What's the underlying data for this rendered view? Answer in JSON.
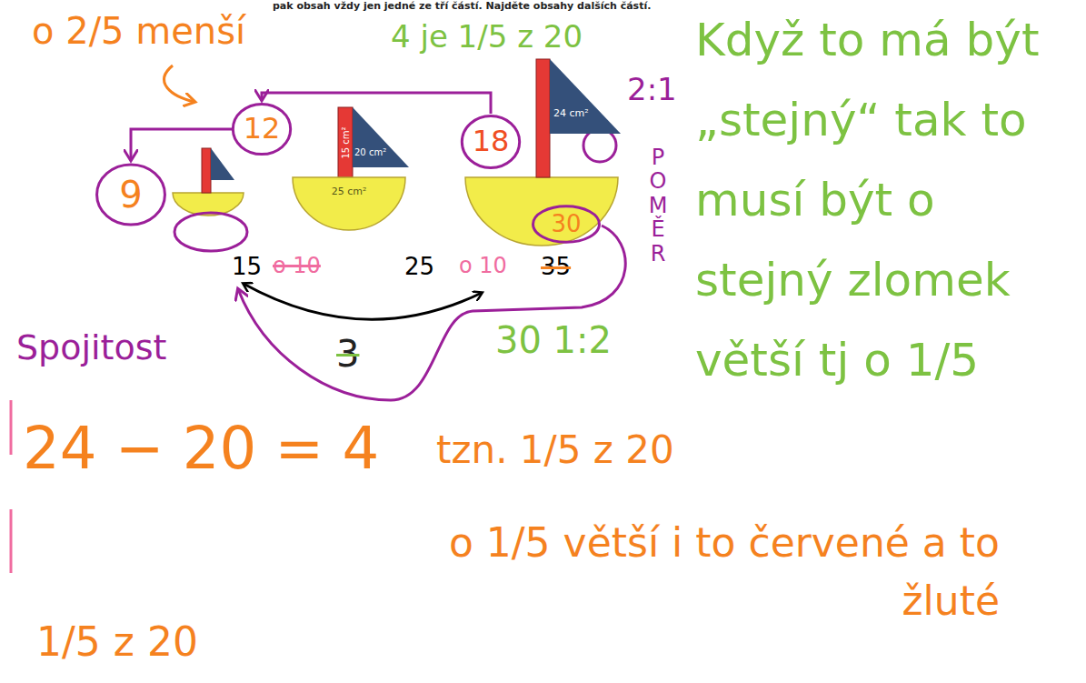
{
  "diagram": {
    "nodes": [
      {
        "text": [
          "15 cm²"
        ]
      },
      {
        "text": [
          "20 cm²"
        ]
      },
      {
        "text": [
          "25 cm²"
        ]
      },
      {
        "text": [
          "24 cm²"
        ]
      },
      {
        "text": [
          "12"
        ]
      },
      {
        "text": [
          "18"
        ]
      },
      {
        "text": [
          "9"
        ]
      },
      {
        "text": [
          "30"
        ]
      }
    ],
    "edges": [
      {
        "from": 5,
        "to": 4,
        "arrow": "to"
      },
      {
        "from": 4,
        "to": 6,
        "arrow": "to"
      }
    ],
    "labels": [
      "pak obsah vždy jen jedné ze tří částí. Najděte obsahy dalších částí.",
      "o 2/5 menší",
      "4 je 1/5 z 20",
      "2:1",
      "Když to má být „stejný“ tak to musí být o stejný zlomek větší tj o 1/5",
      "POMĚR",
      "15",
      "o 10",
      "25",
      "o 10",
      "35",
      "3",
      "30 1:2",
      "Spojitost",
      "24 − 20 = 4",
      "tzn. 1/5 z 20",
      "o 1/5 větší i to červené a to žluté",
      "1/5 z 20"
    ]
  }
}
